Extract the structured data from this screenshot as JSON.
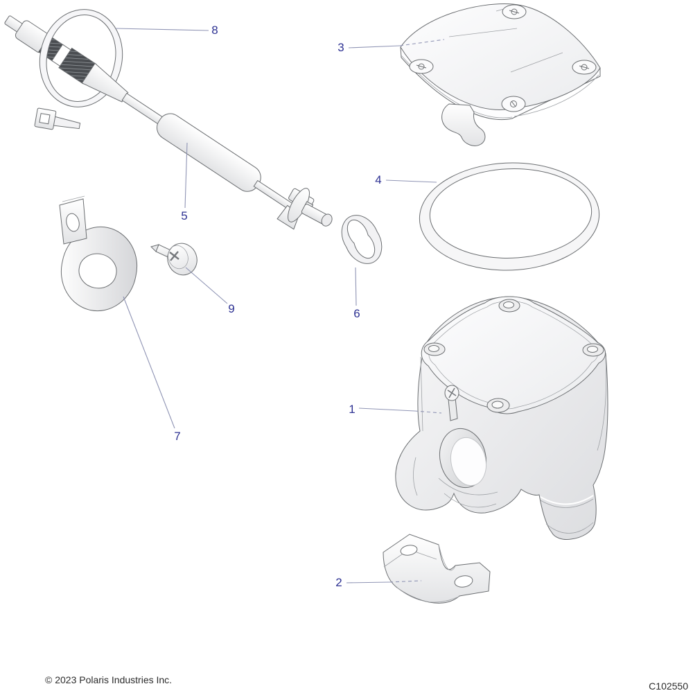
{
  "diagram": {
    "type": "exploded-parts-diagram",
    "code": "C102550",
    "copyright": "© 2023 Polaris Industries Inc.",
    "colors": {
      "callout_text": "#2d3192",
      "leader_line": "#8f94b4",
      "part_outline": "#6a6d70",
      "footer_text": "#2b2b2b",
      "background": "#ffffff"
    },
    "callouts": [
      {
        "number": "1",
        "part": "throttle-block-assembly"
      },
      {
        "number": "2",
        "part": "handlebar-clamp-half"
      },
      {
        "number": "3",
        "part": "housing-cover"
      },
      {
        "number": "4",
        "part": "cover-seal-oring"
      },
      {
        "number": "5",
        "part": "throttle-cable"
      },
      {
        "number": "6",
        "part": "small-oring"
      },
      {
        "number": "7",
        "part": "cable-p-clamp"
      },
      {
        "number": "8",
        "part": "cable-tie"
      },
      {
        "number": "9",
        "part": "mounting-screw"
      }
    ]
  }
}
